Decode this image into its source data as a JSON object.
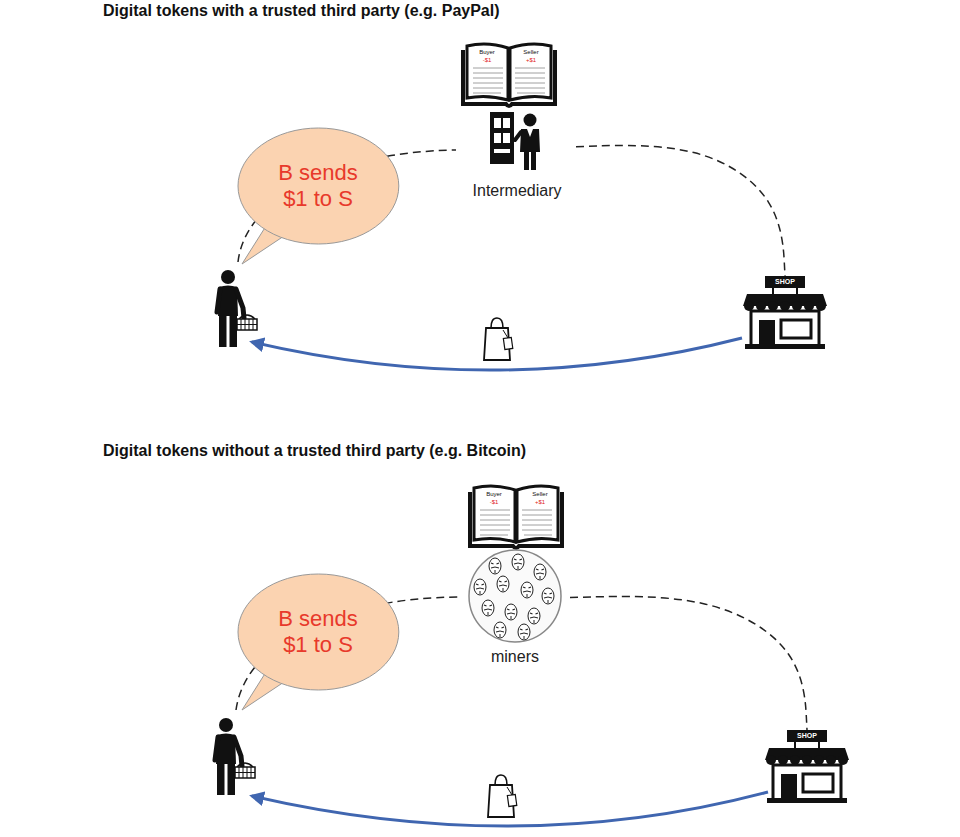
{
  "diagram": {
    "nodes": [
      {
        "text": [
          "Intermediary"
        ]
      },
      {
        "text": [
          "B sends $1 to S"
        ]
      },
      {
        "text": [
          "SHOP"
        ]
      },
      {
        "text": [
          "miners"
        ]
      },
      {
        "text": [
          "B sends $1 to S"
        ]
      },
      {
        "text": [
          "SHOP"
        ]
      }
    ],
    "edges": [
      {
        "from": 0,
        "to": 2,
        "arrow": "none"
      },
      {
        "from": 3,
        "to": 5,
        "arrow": "none"
      }
    ],
    "labels": [
      "Digital tokens with a trusted third party (e.g. PayPal)",
      "Buyer",
      "Seller",
      "-$1",
      "+$1",
      "Digital tokens without a trusted third party (e.g. Bitcoin)",
      "Buyer",
      "Seller",
      "-$1",
      "+$1"
    ]
  }
}
